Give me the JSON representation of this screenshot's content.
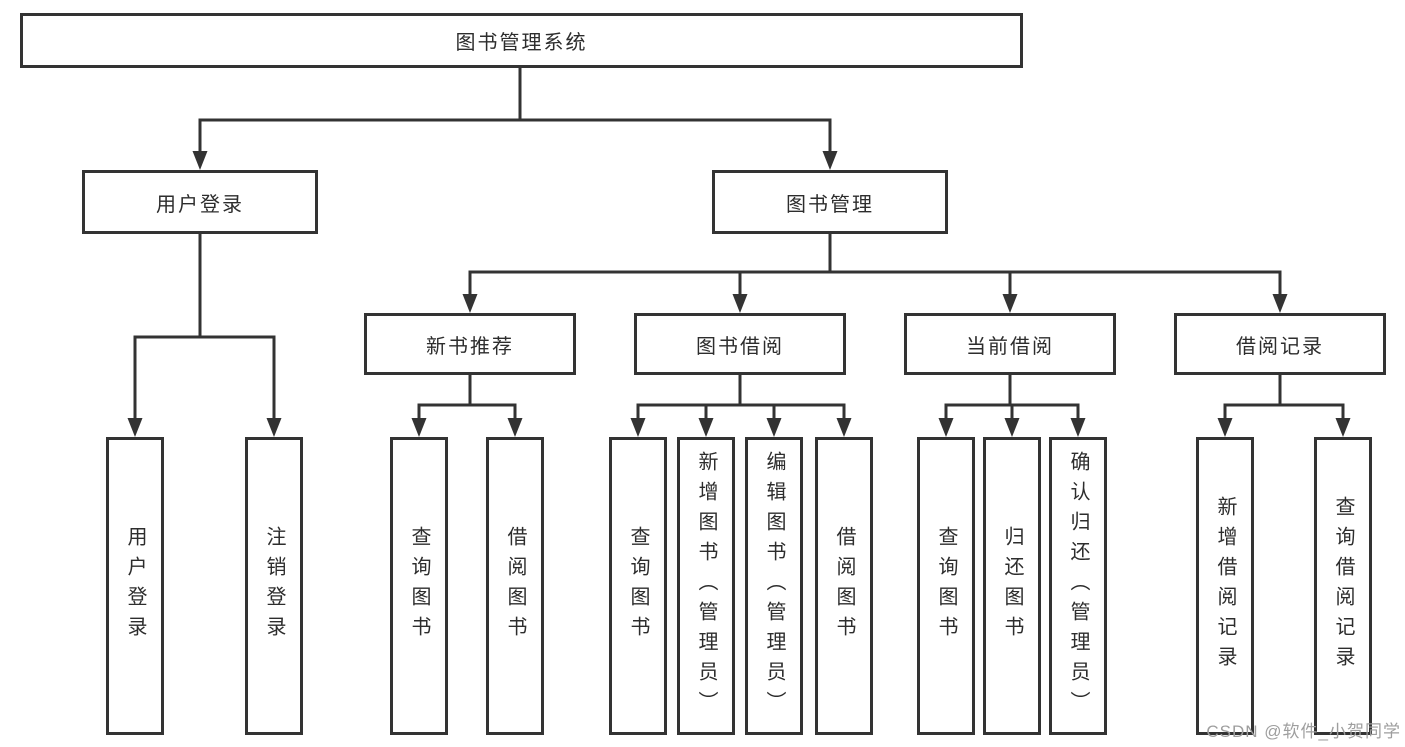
{
  "diagram_title": "图书管理系统",
  "tree": {
    "root": {
      "label": "图书管理系统",
      "children": [
        {
          "label": "用户登录",
          "children": [
            {
              "label": "用户登录"
            },
            {
              "label": "注销登录"
            }
          ]
        },
        {
          "label": "图书管理",
          "children": [
            {
              "label": "新书推荐",
              "children": [
                {
                  "label": "查询图书"
                },
                {
                  "label": "借阅图书"
                }
              ]
            },
            {
              "label": "图书借阅",
              "children": [
                {
                  "label": "查询图书"
                },
                {
                  "label": "新增图书（管理员）"
                },
                {
                  "label": "编辑图书（管理员）"
                },
                {
                  "label": "借阅图书"
                }
              ]
            },
            {
              "label": "当前借阅",
              "children": [
                {
                  "label": "查询图书"
                },
                {
                  "label": "归还图书"
                },
                {
                  "label": "确认归还（管理员）"
                }
              ]
            },
            {
              "label": "借阅记录",
              "children": [
                {
                  "label": "新增借阅记录"
                },
                {
                  "label": "查询借阅记录"
                }
              ]
            }
          ]
        }
      ]
    }
  },
  "watermark": "CSDN @软件_小贺同学",
  "colors": {
    "line": "#333333",
    "text": "#2d2d2d",
    "watermark": "#9e9e9e",
    "background": "#ffffff"
  }
}
